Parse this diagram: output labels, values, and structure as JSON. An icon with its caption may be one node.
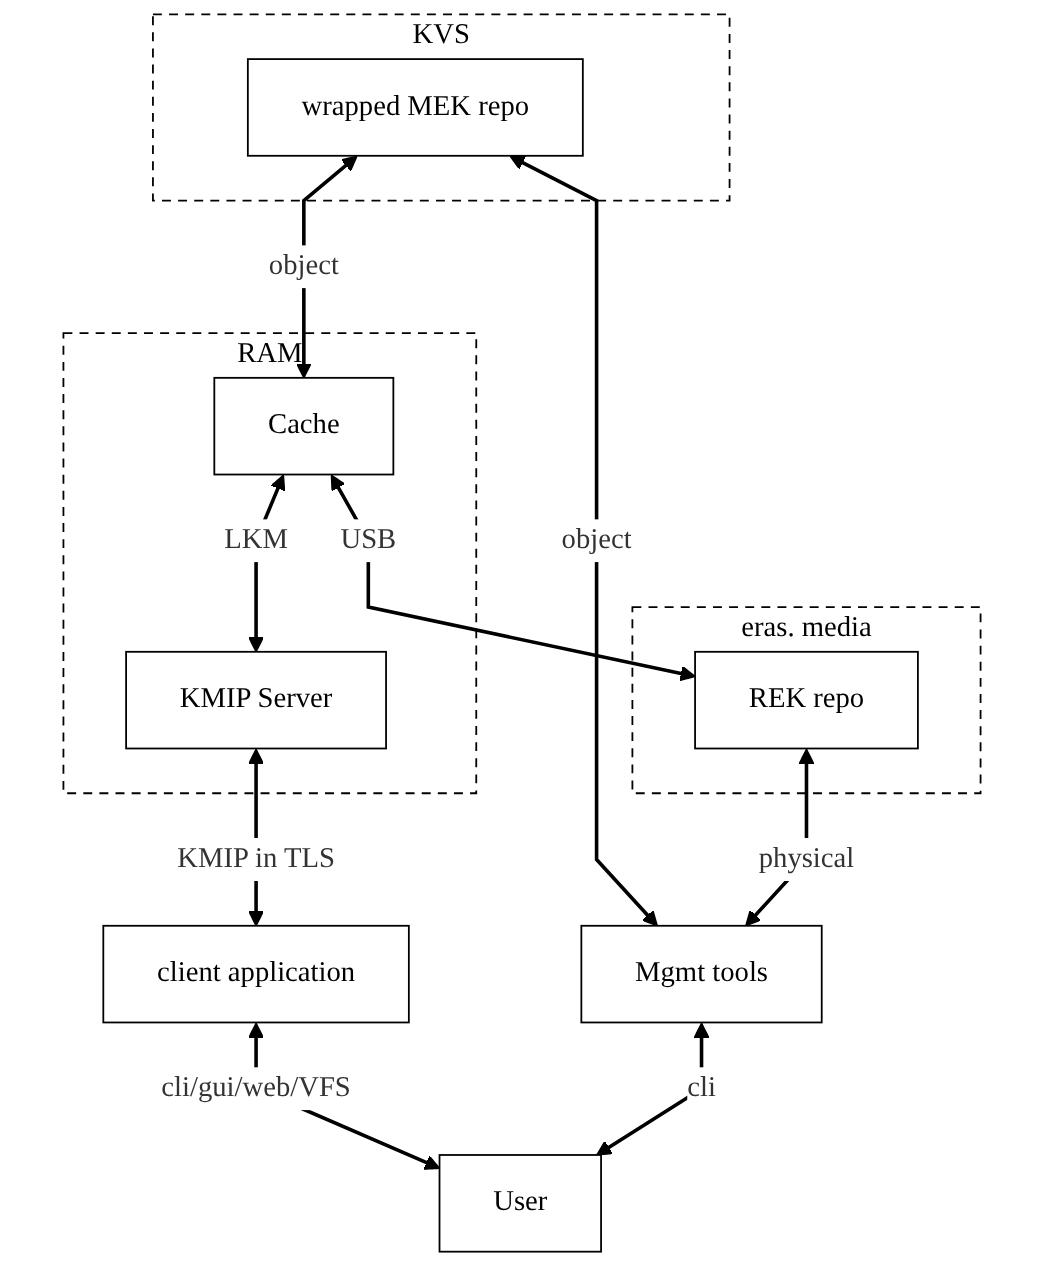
{
  "diagram": {
    "nodes": [
      {
        "text": [
          "KVS"
        ]
      },
      {
        "text": [
          "wrapped MEK repo"
        ],
        "in": 0
      },
      {
        "text": [
          "RAM"
        ]
      },
      {
        "text": [
          "Cache"
        ],
        "in": 2
      },
      {
        "text": [
          "KMIP Server"
        ],
        "in": 2
      },
      {
        "text": [
          "Mgmt tools"
        ]
      },
      {
        "text": [
          "eras. media"
        ]
      },
      {
        "text": [
          "REK repo"
        ],
        "in": 6
      },
      {
        "text": [
          "client application"
        ]
      },
      {
        "text": [
          "User"
        ]
      }
    ],
    "edges": [
      {
        "from": 1,
        "to": 3,
        "arrow": "both",
        "label": "object"
      },
      {
        "from": 1,
        "to": 5,
        "arrow": "both",
        "label": "object"
      },
      {
        "from": 3,
        "to": 7,
        "arrow": "both",
        "label": "USB"
      },
      {
        "from": 7,
        "to": 5,
        "arrow": "both",
        "label": "physical"
      },
      {
        "from": 3,
        "to": 4,
        "arrow": "both",
        "label": "LKM"
      },
      {
        "from": 4,
        "to": 8,
        "arrow": "both",
        "label": "KMIP in TLS"
      },
      {
        "from": 8,
        "to": 9,
        "arrow": "both",
        "label": "cli/gui/web/VFS"
      },
      {
        "from": 5,
        "to": 9,
        "arrow": "both",
        "label": "cli"
      }
    ]
  }
}
